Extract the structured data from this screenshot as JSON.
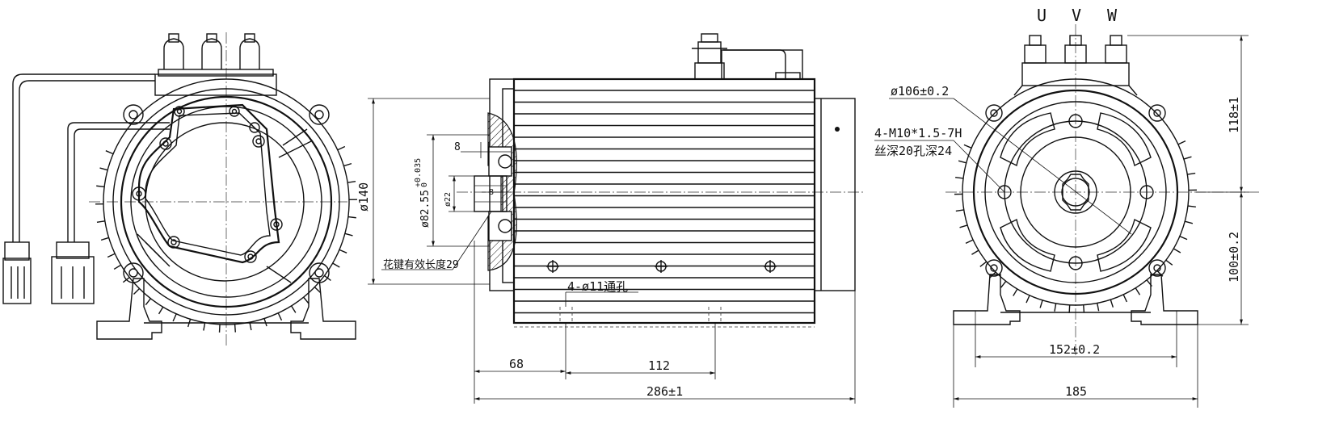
{
  "terminals": [
    "U",
    "V",
    "W"
  ],
  "dimensions": {
    "phi140": "ø140",
    "phi82": "ø82.55",
    "phi82_tol_upper": "+0.035",
    "phi82_tol_lower": "0",
    "phi22": "ø22",
    "d8_top": "8",
    "d8_mid": "8",
    "spline_length": "花键有效长度29",
    "holes_through": "4-ø11通孔",
    "len68": "68",
    "len112": "112",
    "len286": "286±1",
    "phi106": "ø106±0.2",
    "thread_spec": "4-M10*1.5-7H",
    "thread_depth": "丝深20孔深24",
    "height118": "118±1",
    "height100": "100±0.2",
    "width152": "152±0.2",
    "width185": "185"
  }
}
